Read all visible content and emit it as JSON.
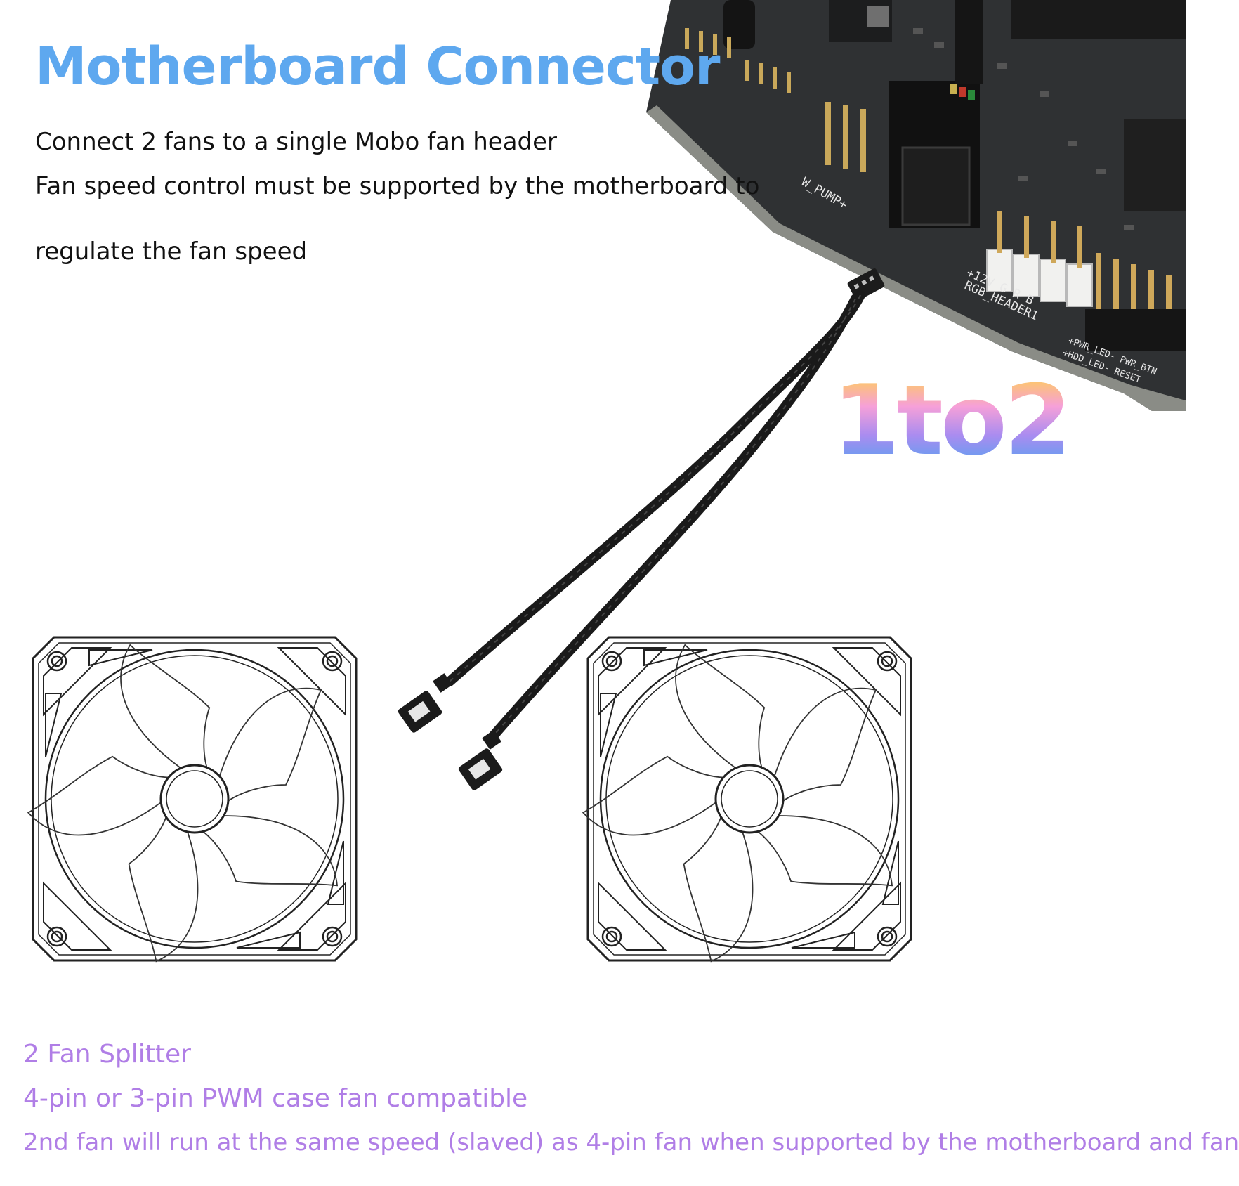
{
  "colors": {
    "title": "#5ea8ef",
    "feature_text": "#b07ee6",
    "body_text": "#111111",
    "board": "#2f3133",
    "cable": "#1a1a1a"
  },
  "header": {
    "title": "Motherboard Connector",
    "lines": [
      "Connect 2 fans to a single Mobo fan header",
      "Fan speed control must be supported by the motherboard to",
      "regulate the  fan speed"
    ]
  },
  "badge": {
    "text": "1to2"
  },
  "board_labels": {
    "pump": "W_PUMP+",
    "rgb_pins": "+12V G R B",
    "rgb_header": "RGB_HEADER1",
    "front_panel_1": "+PWR_LED-  PWR_BTN",
    "front_panel_2": "+HDD_LED-  RESET"
  },
  "features": [
    "2 Fan Splitter",
    "4-pin or 3-pin PWM case fan compatible",
    "2nd fan will run at the same speed (slaved) as 4-pin fan when supported by the motherboard and fan"
  ],
  "icons": {
    "fan": "fan-icon",
    "cable": "splitter-cable-icon",
    "board": "motherboard-icon"
  }
}
